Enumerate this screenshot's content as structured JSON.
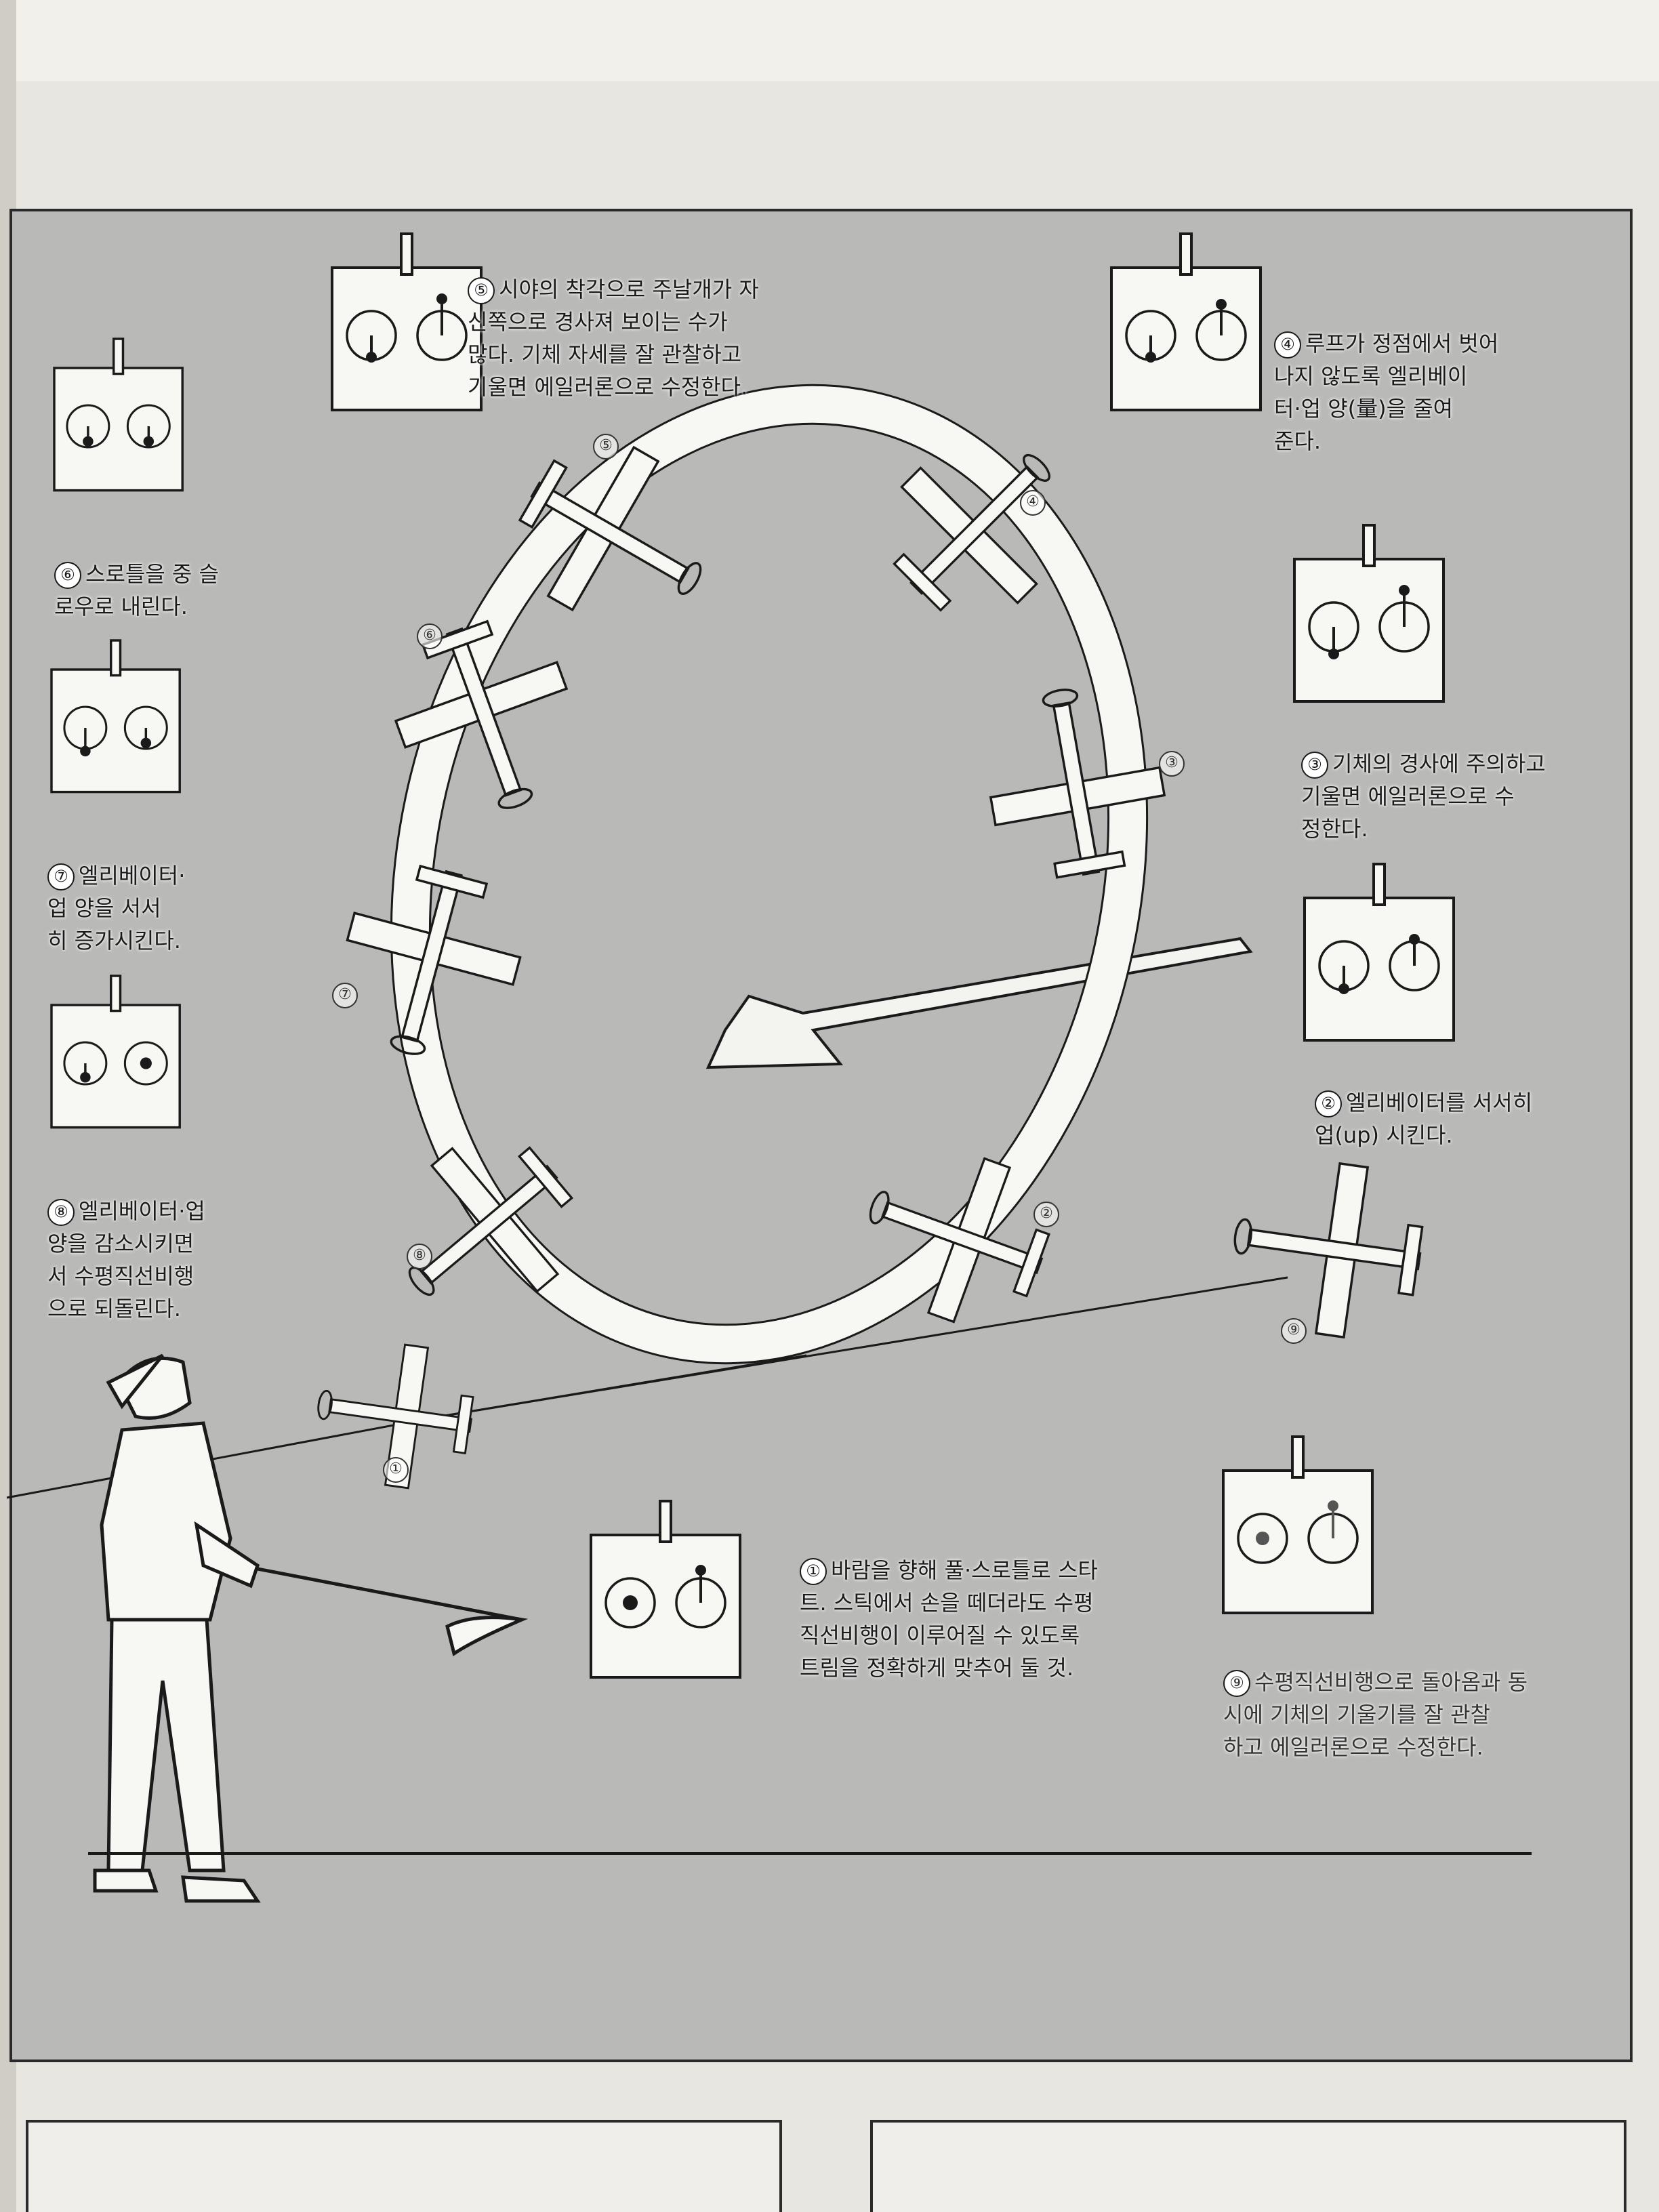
{
  "steps": [
    {
      "num": "①",
      "text": "바람을 향해 풀·스로틀로 스타\n트. 스틱에서 손을 떼더라도 수평\n직선비행이 이루어질 수 있도록\n트림을 정확하게 맞추어 둘 것."
    },
    {
      "num": "②",
      "text": "엘리베이터를 서서히\n업(up) 시킨다."
    },
    {
      "num": "③",
      "text": "기체의 경사에 주의하고\n기울면 에일러론으로 수\n정한다."
    },
    {
      "num": "④",
      "text": "루프가 정점에서 벗어\n나지 않도록 엘리베이\n터·업 양(量)을 줄여\n준다."
    },
    {
      "num": "⑤",
      "text": "시야의 착각으로 주날개가 자\n신쪽으로 경사져 보이는 수가\n많다. 기체 자세를 잘 관찰하고\n기울면 에일러론으로 수정한다."
    },
    {
      "num": "⑥",
      "text": "스로틀을 중 슬\n로우로 내린다."
    },
    {
      "num": "⑦",
      "text": "엘리베이터·\n업 양을 서서\n히 증가시킨다."
    },
    {
      "num": "⑧",
      "text": "엘리베이터·업\n양을 감소시키면\n서 수평직선비행\n으로 되돌린다."
    },
    {
      "num": "⑨",
      "text": "수평직선비행으로 돌아옴과 동\n시에 기체의 기울기를 잘 관찰\n하고 에일러론으로 수정한다."
    }
  ],
  "flight_markers": [
    "①",
    "②",
    "③",
    "④",
    "⑤",
    "⑥",
    "⑦",
    "⑧",
    "⑨"
  ],
  "colors": {
    "paper": "#e7e6e1",
    "panel": "#b9b9b7",
    "ink": "#1a1a1a",
    "loop": "#f7f7f4"
  },
  "icons": [
    "transmitter-icon",
    "airplane-icon",
    "pilot-figure",
    "wind-arrow-icon"
  ]
}
